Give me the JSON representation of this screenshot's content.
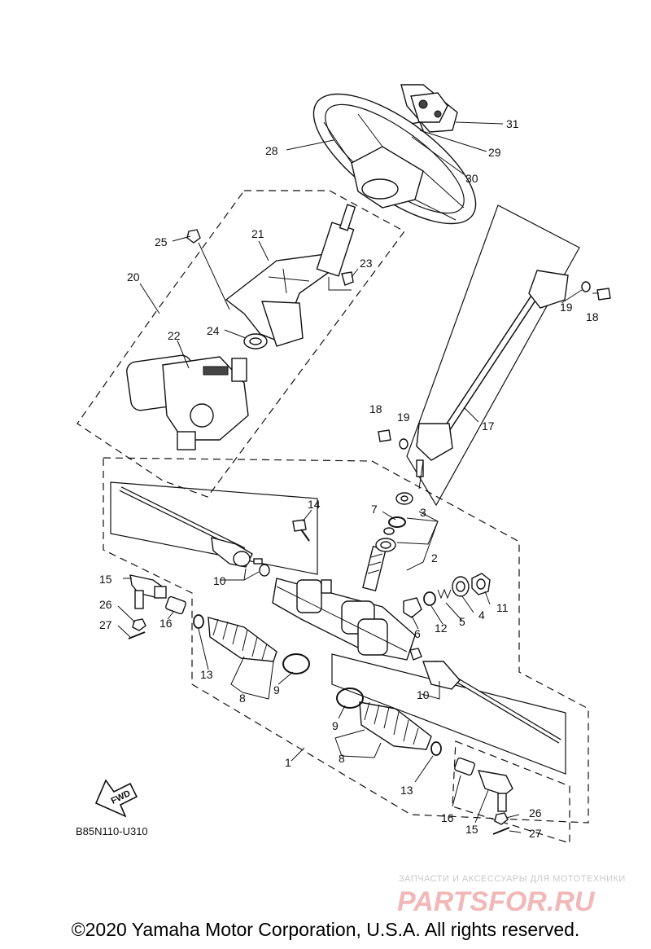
{
  "diagram_id": "B85N110-U310",
  "fwd_label": "FWD",
  "watermark": {
    "tagline": "ЗАПЧАСТИ И АКСЕССУАРЫ ДЛЯ МОТОТЕХНИКИ",
    "brand": "PARTSFOR.RU"
  },
  "copyright": "©2020 Yamaha Motor Corporation, U.S.A. All rights reserved.",
  "callouts": {
    "c31": "31",
    "c29": "29",
    "c30": "30",
    "c28": "28",
    "c25": "25",
    "c21": "21",
    "c23": "23",
    "c20": "20",
    "c24": "24",
    "c22": "22",
    "c19a": "19",
    "c18a": "18",
    "c18b": "18",
    "c19b": "19",
    "c17": "17",
    "c14": "14",
    "c7": "7",
    "c3": "3",
    "c2": "2",
    "c15a": "15",
    "c10a": "10",
    "c11": "11",
    "c26a": "26",
    "c16a": "16",
    "c4": "4",
    "c5": "5",
    "c12": "12",
    "c6": "6",
    "c27a": "27",
    "c13a": "13",
    "c9a": "9",
    "c8a": "8",
    "c10b": "10",
    "c9b": "9",
    "c8b": "8",
    "c1": "1",
    "c13b": "13",
    "c26b": "26",
    "c16b": "16",
    "c15b": "15",
    "c27b": "27"
  }
}
